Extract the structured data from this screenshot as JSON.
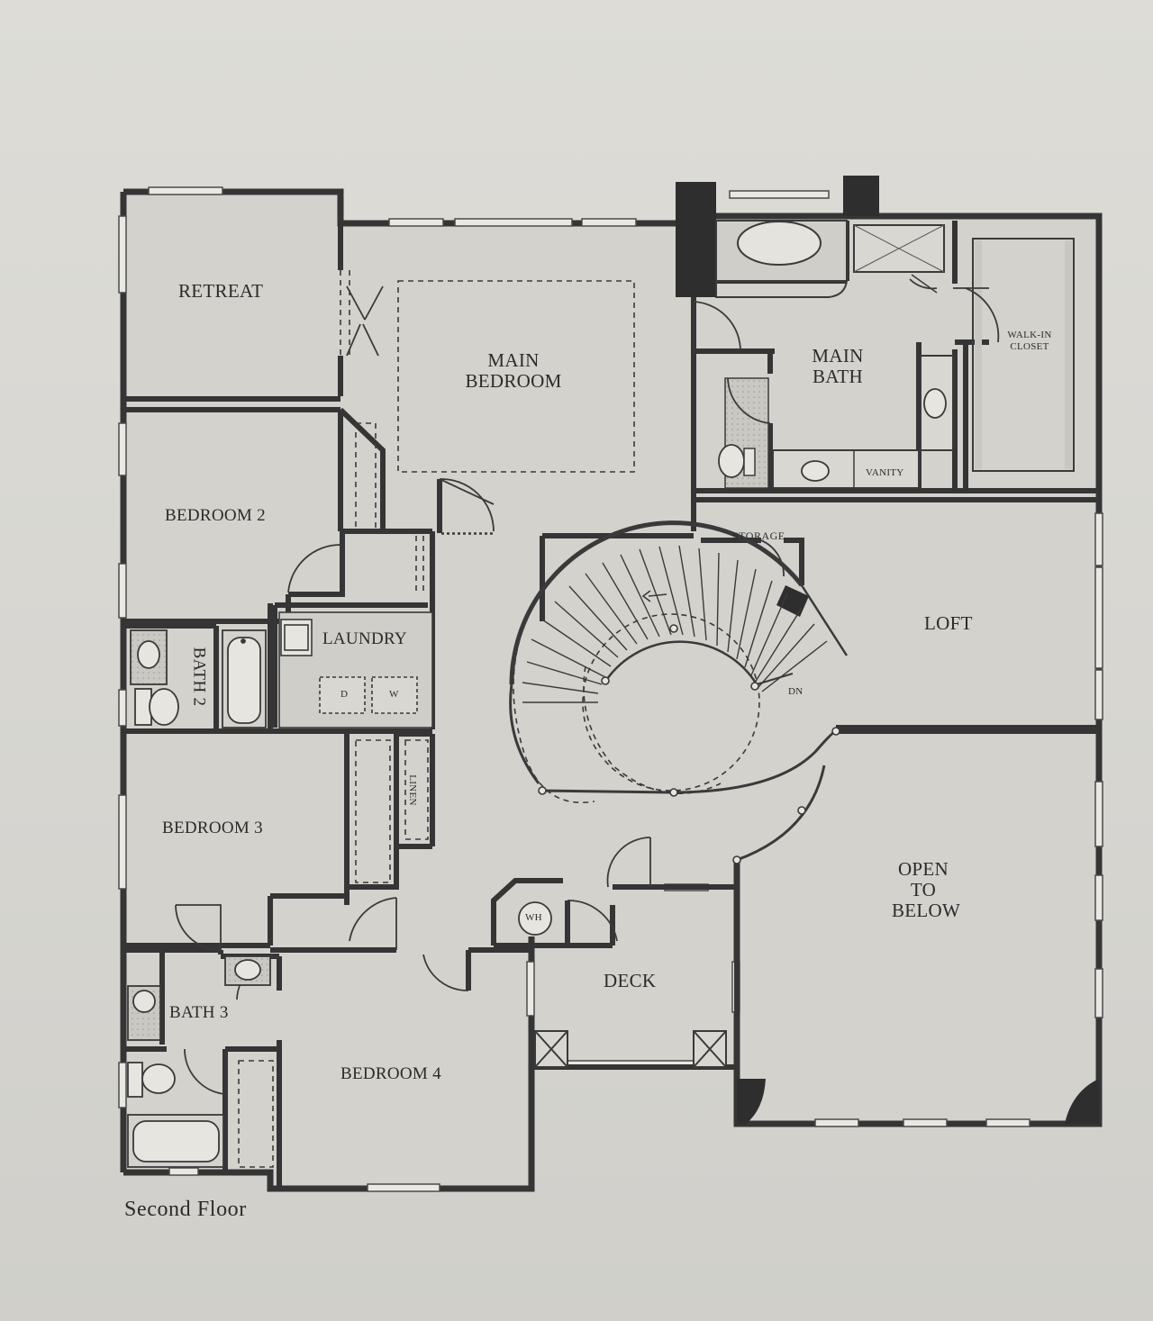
{
  "plan": {
    "caption": "Second Floor",
    "colors": {
      "wall": "#3a3a3a",
      "floor": "#d4d3ce",
      "paper": "#dcdbd6",
      "shade": "#bdbcb7"
    },
    "rooms": {
      "retreat": "RETREAT",
      "main_bedroom": [
        "MAIN",
        "BEDROOM"
      ],
      "main_bath": [
        "MAIN",
        "BATH"
      ],
      "walk_in_closet": [
        "WALK-IN",
        "CLOSET"
      ],
      "bedroom2": "BEDROOM 2",
      "bath2": "BATH 2",
      "laundry": "LAUNDRY",
      "storage": "STORAGE",
      "loft": "LOFT",
      "vanity": "VANITY",
      "linen": "LINEN",
      "bedroom3": "BEDROOM 3",
      "open_to_below": [
        "OPEN",
        "TO",
        "BELOW"
      ],
      "deck": "DECK",
      "bath3": "BATH 3",
      "bedroom4": "BEDROOM 4"
    },
    "fixtures": {
      "water_heater": "WH",
      "dryer": "D",
      "washer": "W",
      "stair_down": "DN"
    }
  }
}
